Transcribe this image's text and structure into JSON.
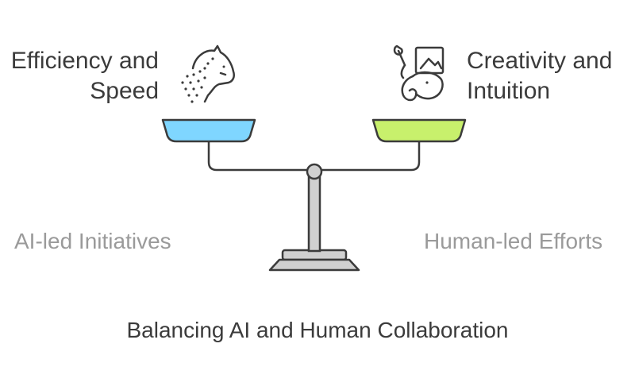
{
  "left": {
    "label_line1": "Efficiency and",
    "label_line2": "Speed",
    "side_label": "AI-led Initiatives",
    "icon": "cheetah-icon",
    "pan_color": "#7fd6ff"
  },
  "right": {
    "label_line1": "Creativity and",
    "label_line2": "Intuition",
    "side_label": "Human-led Efforts",
    "icon": "elephant-painting-icon",
    "pan_color": "#c8f06c"
  },
  "caption": "Balancing AI and Human Collaboration",
  "colors": {
    "stroke": "#3b3b3b",
    "scale_body": "#d0d0d0",
    "muted_text": "#9a9a9a",
    "text": "#3b3b3b"
  }
}
